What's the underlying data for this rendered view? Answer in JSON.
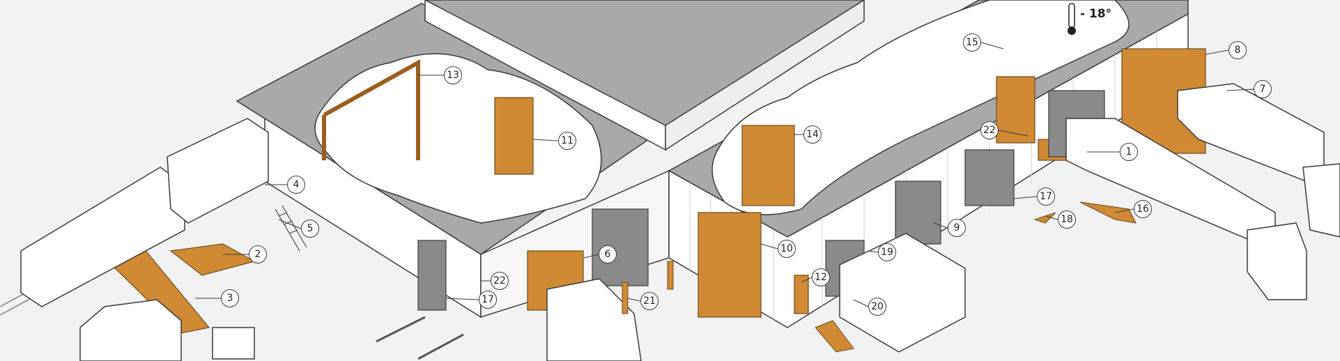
{
  "diagram": {
    "temperature_label": "- 18°",
    "callouts": [
      "1",
      "2",
      "3",
      "4",
      "5",
      "6",
      "7",
      "8",
      "9",
      "10",
      "11",
      "12",
      "13",
      "14",
      "15",
      "16",
      "17",
      "17",
      "18",
      "19",
      "20",
      "21",
      "22",
      "22"
    ]
  },
  "colors": {
    "roof": "#a9a9a9",
    "wall": "#ffffff",
    "ground": "#f0f0f0",
    "door_orange": "#d08a33",
    "door_frame": "#7a7a7a",
    "outline": "#3a3a3a"
  }
}
